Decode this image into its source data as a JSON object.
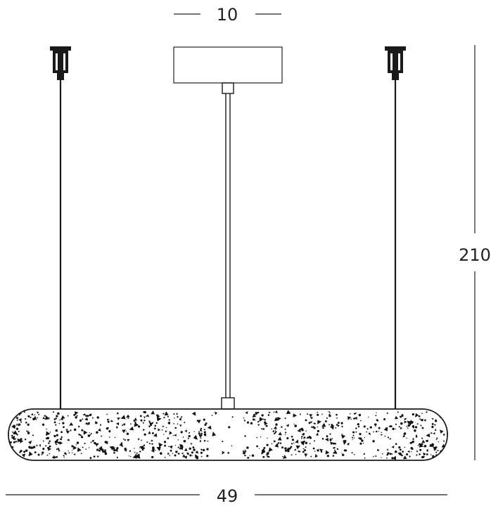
{
  "dimensions": {
    "top_width": "10",
    "height": "210",
    "bottom_width": "49"
  },
  "colors": {
    "ink": "#1a1a1a",
    "background": "#ffffff"
  }
}
